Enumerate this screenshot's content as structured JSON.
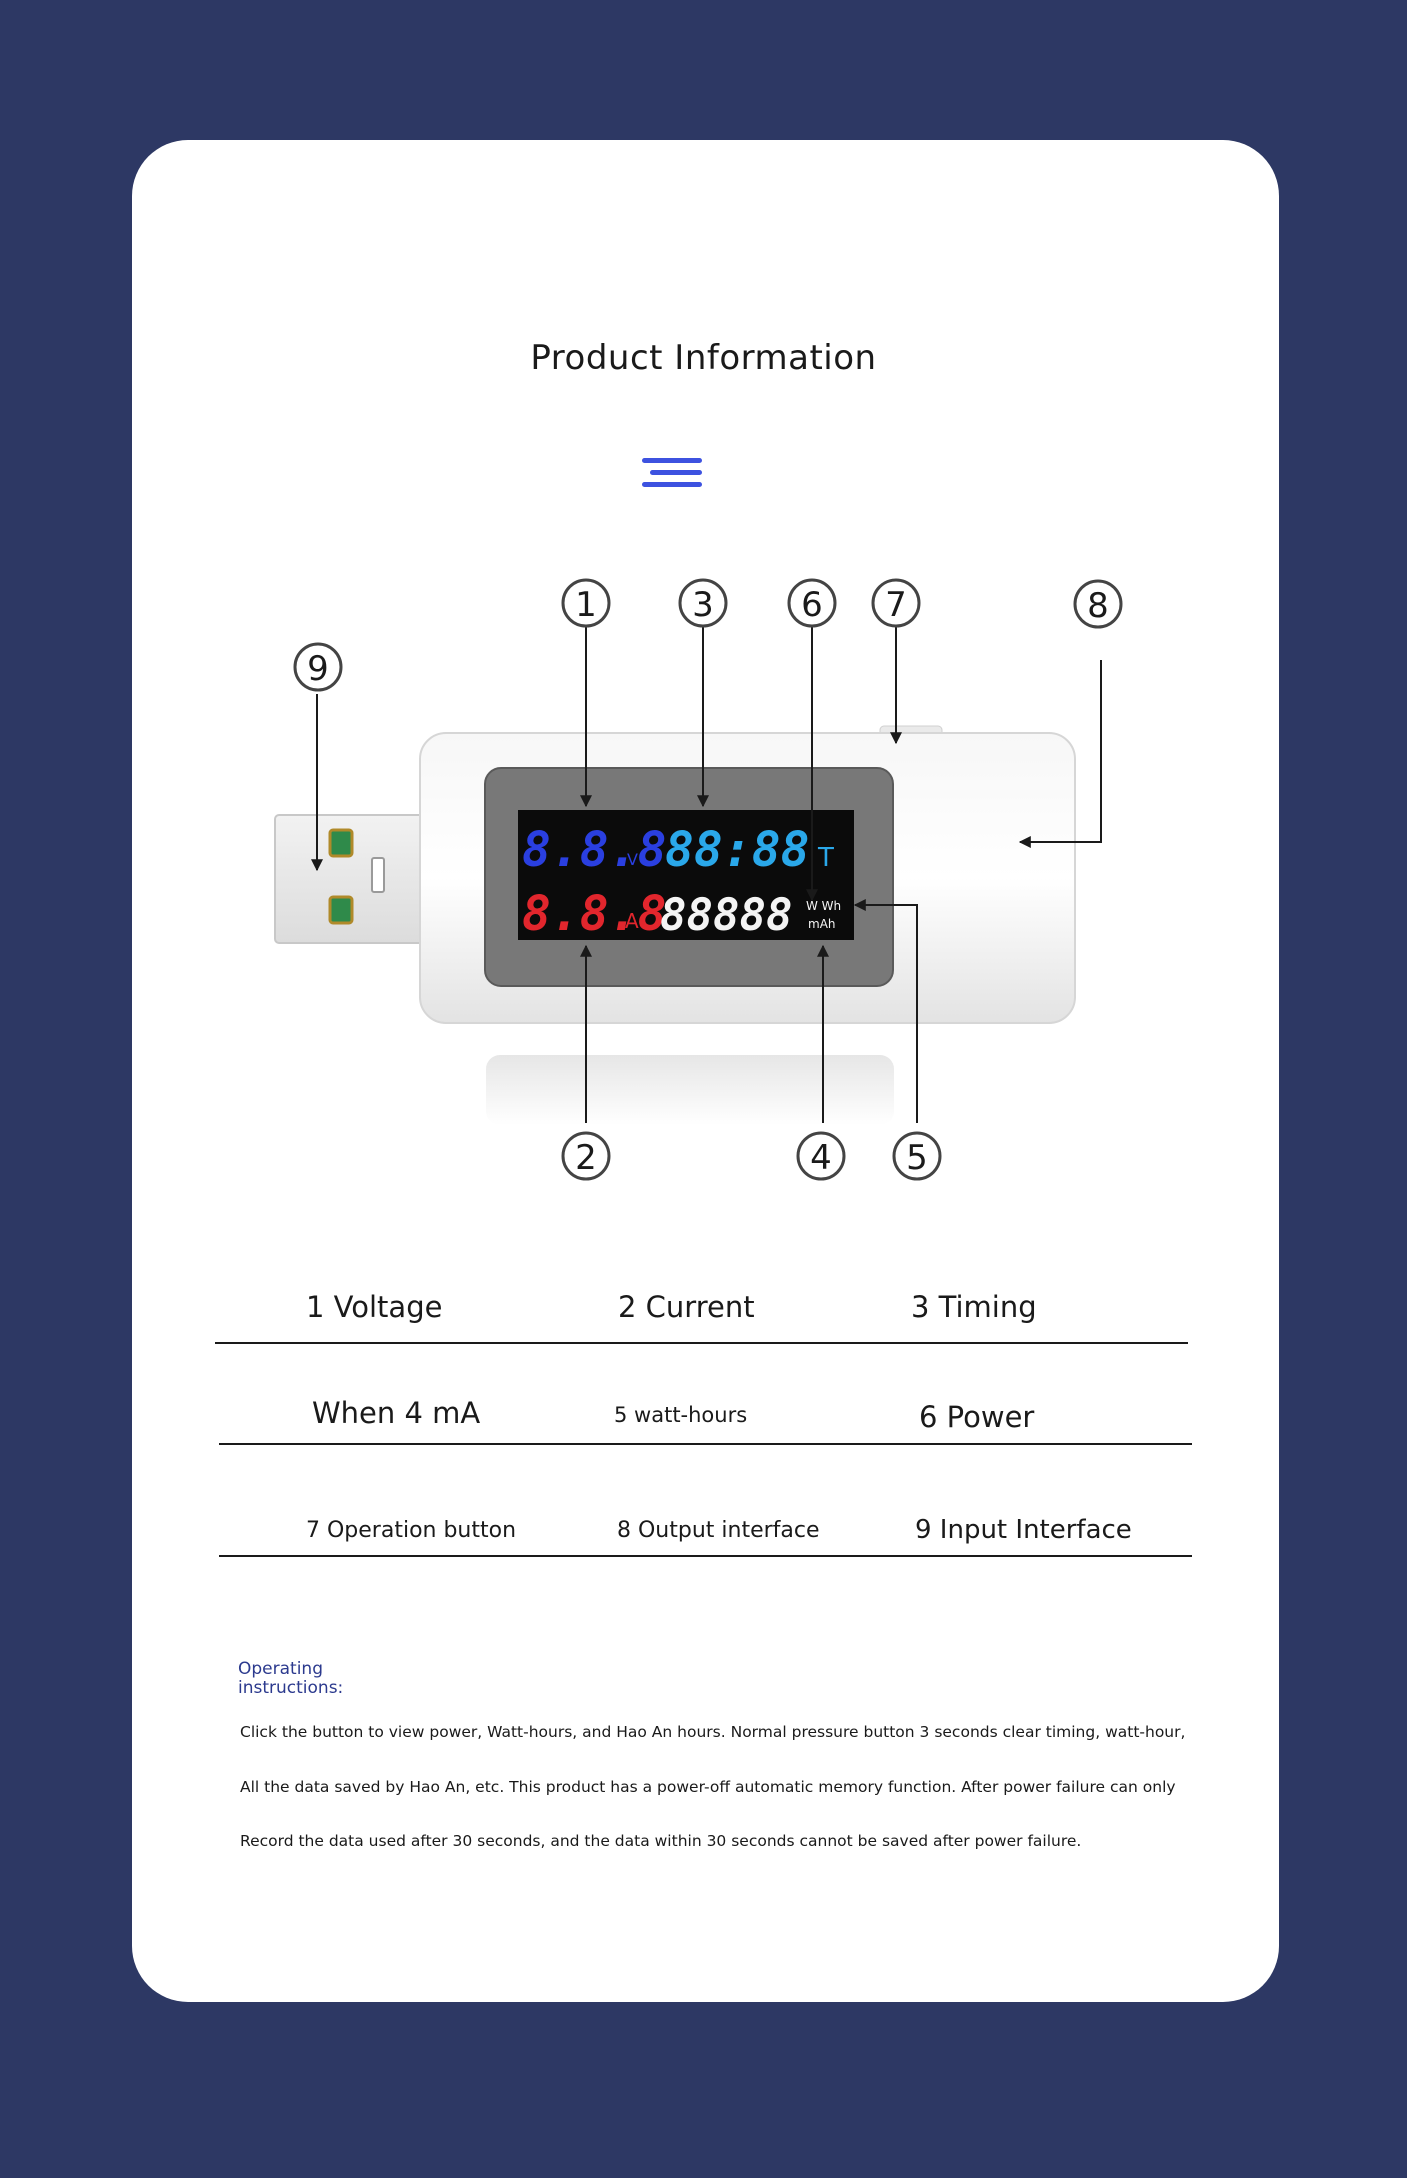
{
  "page": {
    "title": "Product Information",
    "colors": {
      "background": "#2d3864",
      "card": "#ffffff",
      "accent": "#3d52e0",
      "instructions_heading": "#2c3a8e"
    }
  },
  "diagram": {
    "callouts": [
      "1",
      "2",
      "3",
      "4",
      "5",
      "6",
      "7",
      "8",
      "9"
    ],
    "display": {
      "voltage_digits": "8.8.8",
      "voltage_unit": "V",
      "current_digits": "8.8.8",
      "current_unit": "A",
      "timer_digits": "88:88",
      "timer_unit": "T",
      "energy_digits": "88888",
      "energy_unit_top": "W Wh",
      "energy_unit_bottom": "mAh",
      "colors": {
        "voltage": "#2a3fe0",
        "timer": "#2aa8ea",
        "current": "#e2262d",
        "energy": "#f4f4f4"
      }
    }
  },
  "legend": {
    "row1": [
      "1 Voltage",
      "2 Current",
      "3 Timing"
    ],
    "row2": [
      "When 4 mA",
      "5 watt-hours",
      "6 Power"
    ],
    "row3": [
      "7 Operation button",
      "8 Output interface",
      "9 Input Interface"
    ]
  },
  "instructions": {
    "heading_line1": "Operating",
    "heading_line2": "instructions:",
    "lines": [
      "Click the button to view power, Watt-hours, and Hao An hours. Normal pressure button 3 seconds clear timing, watt-hour,",
      "All the data saved by Hao An, etc. This product has a power-off automatic memory function. After power failure can only",
      "Record the data used after 30 seconds, and the data within 30 seconds cannot be saved after power failure."
    ]
  }
}
